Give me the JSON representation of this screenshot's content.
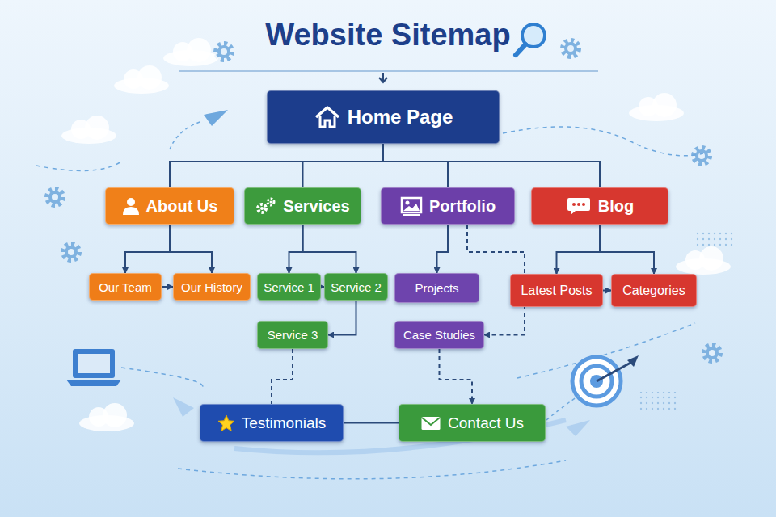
{
  "diagram": {
    "title": "Website Sitemap",
    "nodes": [
      {
        "text": [
          "Home Page"
        ]
      },
      {
        "text": [
          "About Us"
        ]
      },
      {
        "text": [
          "Services"
        ]
      },
      {
        "text": [
          "Portfolio"
        ]
      },
      {
        "text": [
          "Blog"
        ]
      },
      {
        "text": [
          "Our Team"
        ]
      },
      {
        "text": [
          "Our History"
        ]
      },
      {
        "text": [
          "Service 1"
        ]
      },
      {
        "text": [
          "Service 2"
        ]
      },
      {
        "text": [
          "Service 3"
        ]
      },
      {
        "text": [
          "Projects"
        ]
      },
      {
        "text": [
          "Case Studies"
        ]
      },
      {
        "text": [
          "Latest Posts"
        ]
      },
      {
        "text": [
          "Categories"
        ]
      },
      {
        "text": [
          "Testimonials"
        ]
      },
      {
        "text": [
          "Contact Us"
        ]
      }
    ],
    "edges": [
      {
        "from": 0,
        "to": 1,
        "arrow": "none"
      },
      {
        "from": 0,
        "to": 2,
        "arrow": "none"
      },
      {
        "from": 0,
        "to": 3,
        "arrow": "none"
      },
      {
        "from": 0,
        "to": 4,
        "arrow": "none"
      },
      {
        "from": 1,
        "to": 5,
        "arrow": "to"
      },
      {
        "from": 1,
        "to": 6,
        "arrow": "to"
      },
      {
        "from": 5,
        "to": 6,
        "arrow": "to"
      },
      {
        "from": 2,
        "to": 7,
        "arrow": "to"
      },
      {
        "from": 2,
        "to": 8,
        "arrow": "to"
      },
      {
        "from": 7,
        "to": 8,
        "arrow": "to"
      },
      {
        "from": 8,
        "to": 9,
        "arrow": "to"
      },
      {
        "from": 3,
        "to": 10,
        "arrow": "to"
      },
      {
        "from": 3,
        "to": 11,
        "arrow": "to"
      },
      {
        "from": 4,
        "to": 12,
        "arrow": "to"
      },
      {
        "from": 4,
        "to": 13,
        "arrow": "to"
      },
      {
        "from": 12,
        "to": 13,
        "arrow": "to"
      },
      {
        "from": 9,
        "to": 14,
        "arrow": "none"
      },
      {
        "from": 11,
        "to": 15,
        "arrow": "to"
      },
      {
        "from": 14,
        "to": 15,
        "arrow": "none"
      }
    ]
  }
}
